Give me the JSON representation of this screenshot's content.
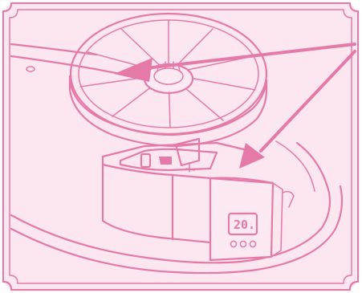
{
  "colors": {
    "ink": "#e57aa8",
    "background": "#fce6f0",
    "panel": "#fde9f2"
  },
  "device": {
    "display_reading": "20."
  },
  "callouts": [
    {
      "target": "lid-center"
    },
    {
      "target": "display-panel"
    }
  ]
}
